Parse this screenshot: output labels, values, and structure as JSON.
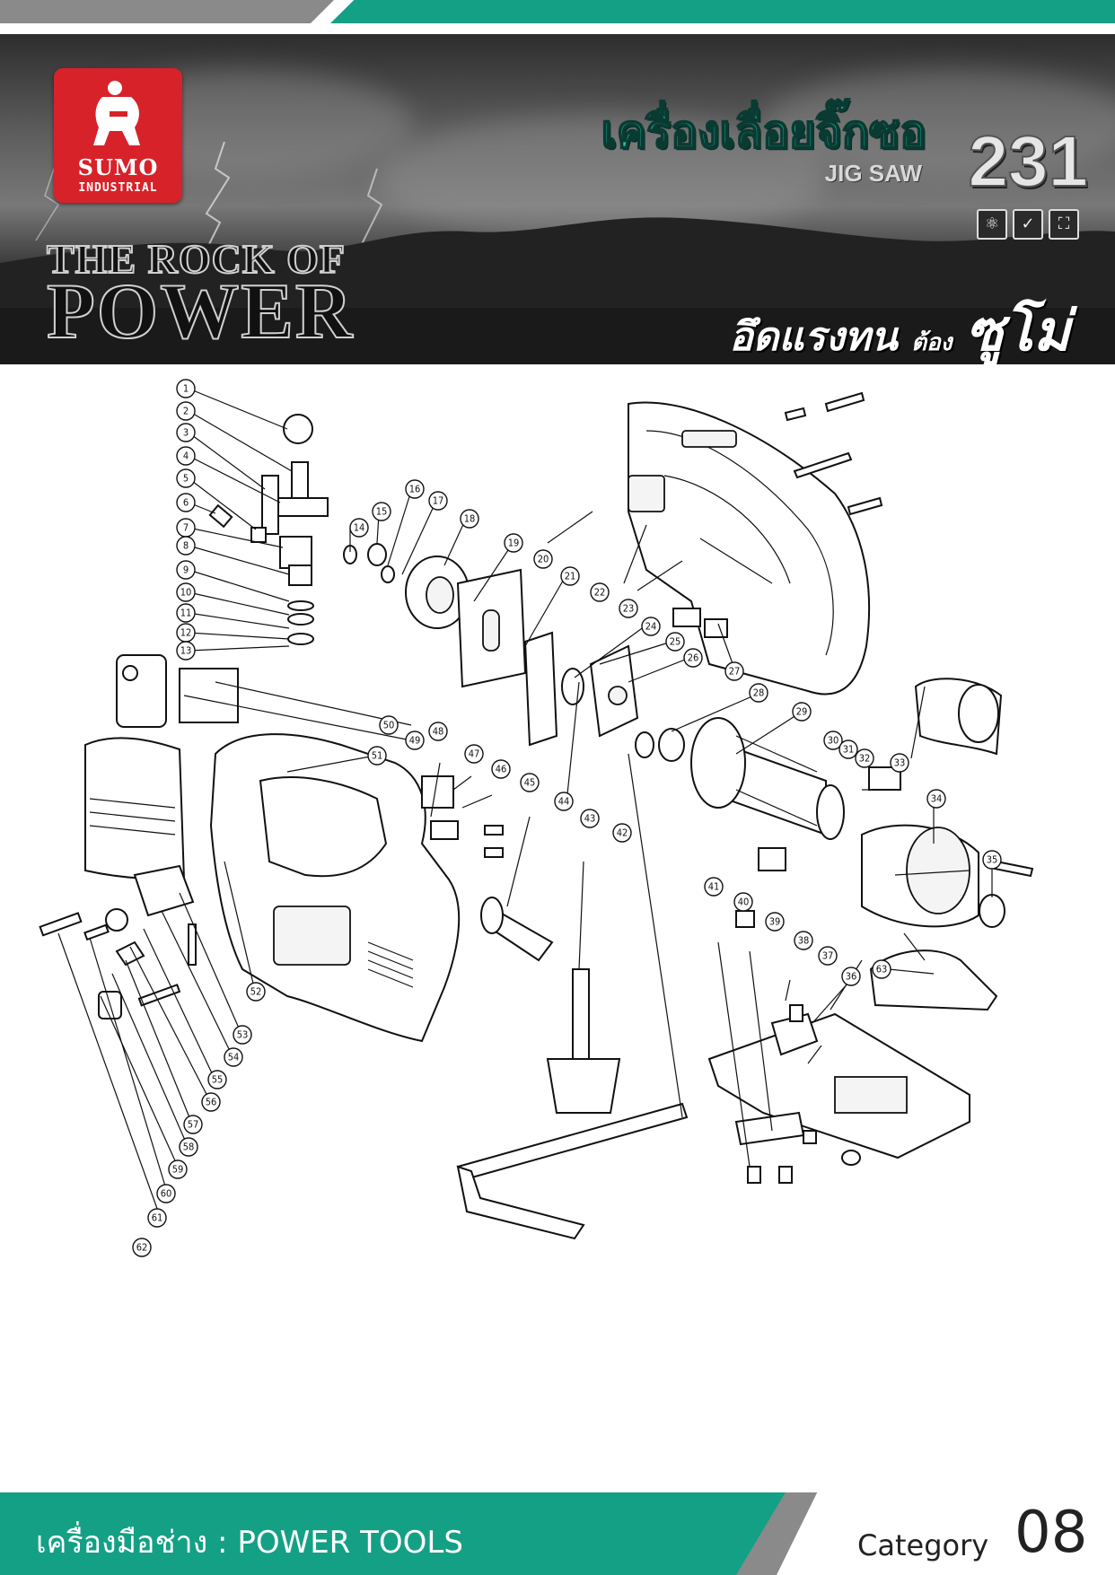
{
  "brand": {
    "name": "SUMO",
    "sub": "INDUSTRIAL"
  },
  "slogan": {
    "line1": "THE ROCK OF",
    "line2": "POWER"
  },
  "product": {
    "title_th": "เครื่องเลื่อยจิ๊กซอ",
    "title_en": "JIG SAW",
    "model": "231"
  },
  "certifications": [
    "certification-icon",
    "approval-icon",
    "standard-icon"
  ],
  "tagline": {
    "part1": "อึดแรงทน",
    "part2": "ต้อง",
    "part3": "ซูโม่"
  },
  "footer": {
    "category_text": "เครื่องมือช่าง : POWER TOOLS",
    "category_label": "Category",
    "category_number": "08"
  },
  "colors": {
    "accent": "#14a085",
    "brand_red": "#d8222a",
    "grey": "#8a8a8a"
  },
  "callouts": [
    "1",
    "2",
    "3",
    "4",
    "5",
    "6",
    "7",
    "8",
    "9",
    "10",
    "11",
    "12",
    "13",
    "14",
    "15",
    "16",
    "17",
    "18",
    "19",
    "20",
    "21",
    "22",
    "23",
    "24",
    "25",
    "26",
    "27",
    "28",
    "29",
    "30",
    "31",
    "32",
    "33",
    "34",
    "35",
    "36",
    "37",
    "38",
    "39",
    "40",
    "41",
    "42",
    "43",
    "44",
    "45",
    "46",
    "47",
    "48",
    "49",
    "50",
    "51",
    "52",
    "53",
    "54",
    "55",
    "56",
    "57",
    "58",
    "59",
    "60",
    "61",
    "62",
    "63"
  ]
}
